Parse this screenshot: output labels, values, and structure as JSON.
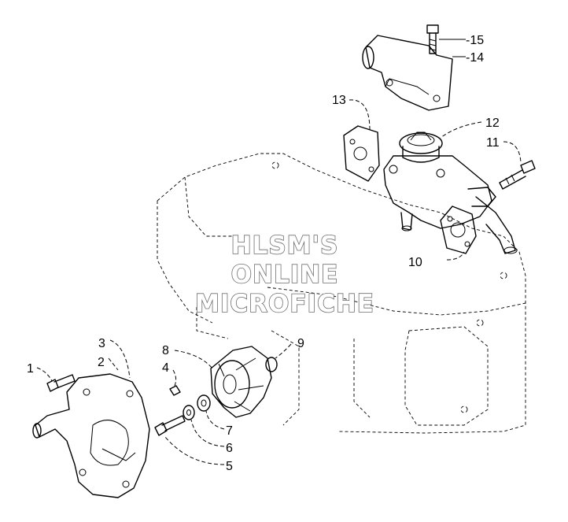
{
  "watermark": {
    "line1": "HLSM'S",
    "line2": "ONLINE",
    "line3": "MICROFICHE"
  },
  "callouts": {
    "c1": "1",
    "c2": "2",
    "c3": "3",
    "c4": "4",
    "c5": "5",
    "c6": "6",
    "c7": "7",
    "c8": "8",
    "c9": "9",
    "c10": "10",
    "c11": "11",
    "c12": "12",
    "c13": "13",
    "c14": "-14",
    "c15": "-15"
  }
}
